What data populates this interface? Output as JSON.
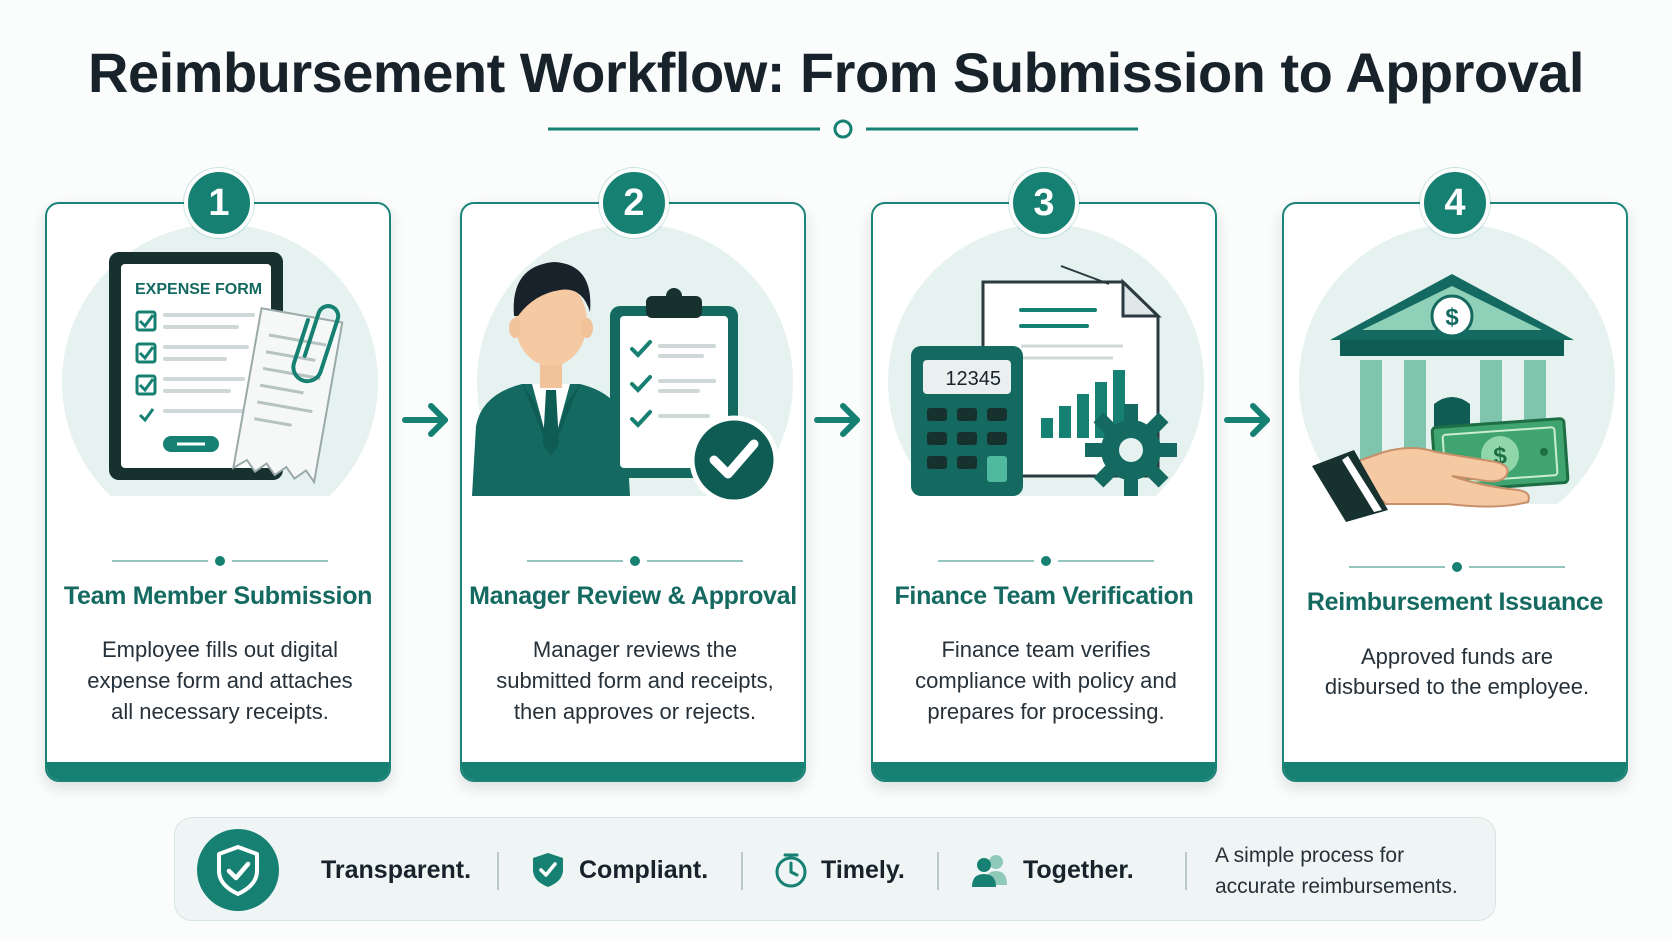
{
  "title": "Reimbursement Workflow: From Submission to Approval",
  "steps": [
    {
      "number": "1",
      "title": "Team Member Submission",
      "description": "Employee fills out digital expense form and attaches all necessary receipts.",
      "form_label": "EXPENSE FORM"
    },
    {
      "number": "2",
      "title": "Manager Review & Approval",
      "description": "Manager reviews the submitted form and receipts, then approves or rejects."
    },
    {
      "number": "3",
      "title": "Finance Team Verification",
      "description": "Finance team verifies compliance with policy and prepares for processing.",
      "calculator_display": "12345"
    },
    {
      "number": "4",
      "title": "Reimbursement Issuance",
      "description": "Approved funds are disbursed to the employee.",
      "currency_symbol": "$"
    }
  ],
  "footer": {
    "values": [
      "Transparent.",
      "Compliant.",
      "Timely.",
      "Together."
    ],
    "tagline": "A simple process for accurate reimbursements."
  },
  "colors": {
    "primary": "#168072",
    "dark": "#0f5c54",
    "light": "#e6f2f0",
    "title_text": "#17222b"
  }
}
